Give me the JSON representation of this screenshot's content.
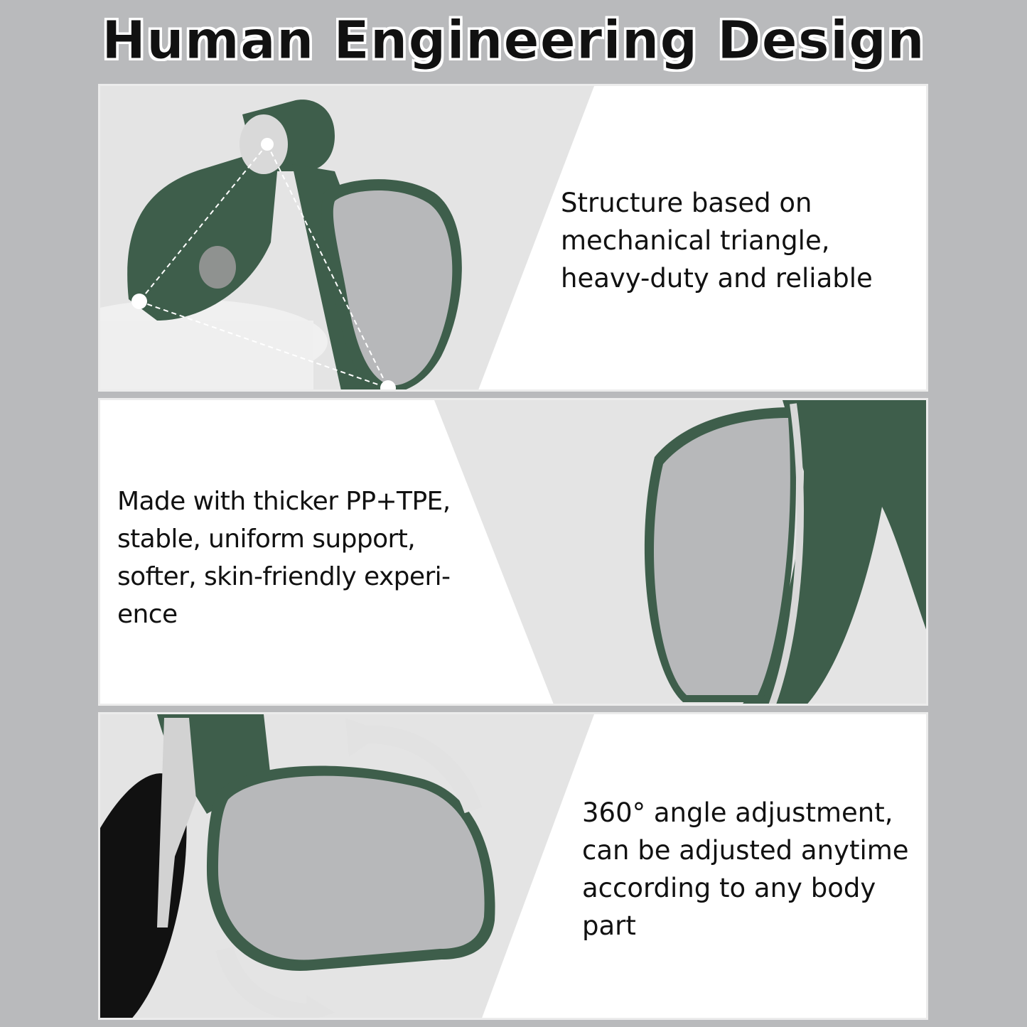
{
  "title": "Human Engineering Design",
  "panels": [
    {
      "caption": "Structure based on\nmechanical triangle,\nheavy-duty and reliable"
    },
    {
      "caption": "Made with thicker PP+TPE,\nstable, uniform support,\nsofter, skin-friendly experi-\nence"
    },
    {
      "caption": "360° angle adjustment,\ncan be adjusted anytime\naccording to any body\npart"
    }
  ],
  "colors": {
    "accent_green": "#3e5e4b",
    "pad_gray": "#b7b8ba",
    "background": "#b9babc"
  }
}
